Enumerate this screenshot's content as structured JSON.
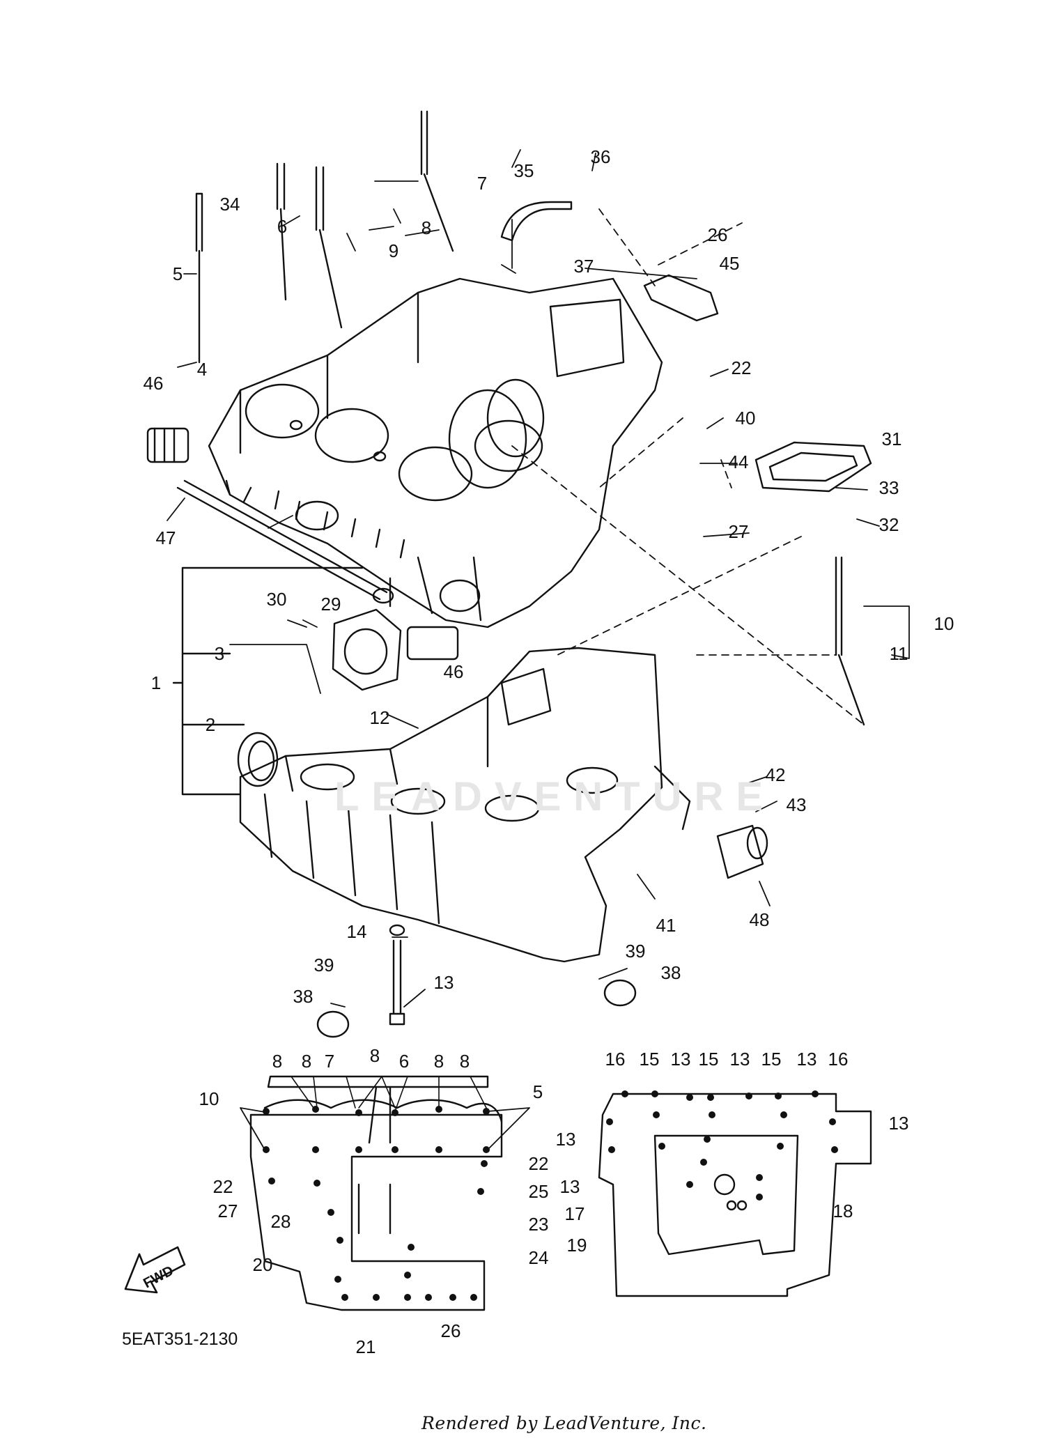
{
  "diagram": {
    "code": "5EAT351-2130",
    "footer": "Rendered by LeadVenture, Inc.",
    "watermark": "LEADVENTURE",
    "fwd_label": "FWD",
    "colors": {
      "line": "#111111",
      "background": "#ffffff",
      "watermark": "#e6e6e6"
    }
  },
  "callouts": {
    "c1": "1",
    "c2": "2",
    "c3": "3",
    "c4": "4",
    "c5": "5",
    "c6": "6",
    "c7": "7",
    "c8": "8",
    "c9": "9",
    "c10": "10",
    "c11": "11",
    "c12": "12",
    "c13": "13",
    "c14": "14",
    "c22": "22",
    "c26": "26",
    "c27": "27",
    "c29": "29",
    "c30": "30",
    "c31": "31",
    "c32": "32",
    "c33": "33",
    "c34": "34",
    "c35": "35",
    "c36": "36",
    "c37": "37",
    "c38": "38",
    "c39": "39",
    "c40": "40",
    "c41": "41",
    "c42": "42",
    "c43": "43",
    "c44": "44",
    "c45": "45",
    "c46": "46",
    "c47": "47",
    "c48": "48"
  },
  "upper_view": {
    "n8": "8",
    "n7": "7",
    "n6": "6",
    "n5": "5",
    "n10": "10",
    "n22": "22",
    "n27": "27",
    "n28": "28",
    "n20": "20",
    "n21": "21",
    "n26": "26",
    "n23": "23",
    "n24": "24",
    "n25": "25"
  },
  "lower_view": {
    "n16": "16",
    "n15": "15",
    "n13": "13",
    "n17": "17",
    "n18": "18",
    "n19": "19"
  }
}
